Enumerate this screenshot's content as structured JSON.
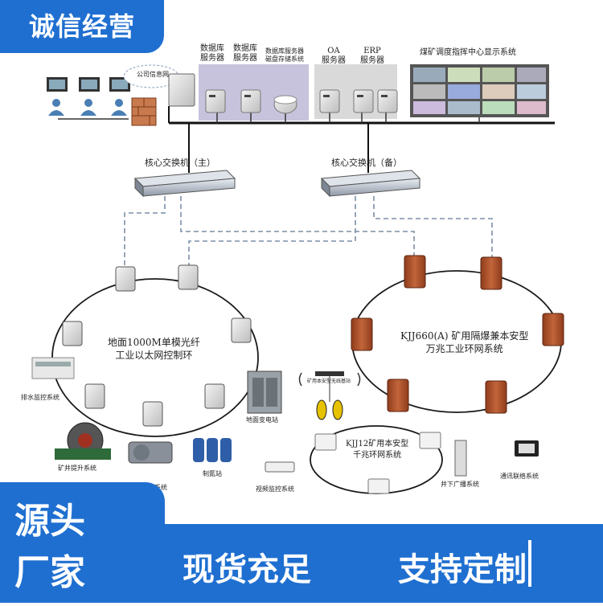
{
  "badge": {
    "text": "诚信经营"
  },
  "top_labels": {
    "internet": "公司信息网",
    "db_server_1": [
      "数据库",
      "服务器"
    ],
    "db_server_2": [
      "数据库",
      "服务器"
    ],
    "storage": [
      "数据库服务器",
      "磁盘存储系统"
    ],
    "oa": [
      "OA",
      "服务器"
    ],
    "erp": [
      "ERP",
      "服务器"
    ],
    "display_wall": "煤矿调度指挥中心显示系统"
  },
  "switches": {
    "main": "核心交换机（主）",
    "backup": "核心交换机（备）"
  },
  "left_ring": {
    "title": [
      "地面1000M单模光纤",
      "工业以太网控制环"
    ],
    "drainage": "排水监控系统",
    "hoist": "矿井提升系统",
    "sewage": "污水处理系统",
    "nitrogen": "制氮站",
    "substation": "地面变电站"
  },
  "right_ring": {
    "title": [
      "KJJ660(A) 矿用隔爆兼本安型",
      "万兆工业环网系统"
    ],
    "ap_label": "矿用本安型无线基站"
  },
  "small_ring": {
    "title": [
      "KJJ12矿用本安型",
      "千兆环网系统"
    ],
    "video": "视频监控系统",
    "broadcast": "井下广播系统",
    "comm": "通讯联络系统"
  },
  "bottom": {
    "left_line1": "源头",
    "left_line2": "厂家",
    "right_part1": "现货充足",
    "right_part2": "支持定制"
  },
  "colors": {
    "brand_blue": "#1f6fd1",
    "cabinet_red": "#b0542b",
    "dashed_line": "#7a8fa6",
    "server_panel": "#c8c3dc",
    "oa_panel": "#d9d9d9"
  }
}
